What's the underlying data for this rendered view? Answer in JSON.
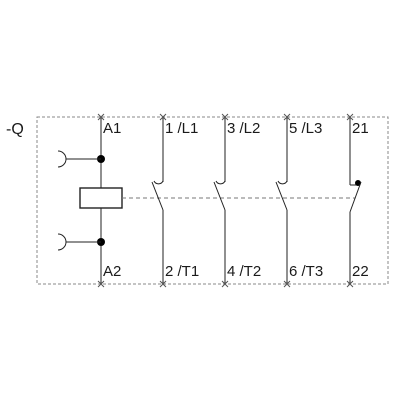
{
  "device": {
    "designation": "-Q"
  },
  "coil": {
    "terminal_top": "A1",
    "terminal_bottom": "A2"
  },
  "poles": [
    {
      "top_label": "1 /L1",
      "bottom_label": "2 /T1",
      "type": "NO"
    },
    {
      "top_label": "3 /L2",
      "bottom_label": "4 /T2",
      "type": "NO"
    },
    {
      "top_label": "5 /L3",
      "bottom_label": "6 /T3",
      "type": "NO"
    },
    {
      "top_label": "21",
      "bottom_label": "22",
      "type": "NC"
    }
  ]
}
